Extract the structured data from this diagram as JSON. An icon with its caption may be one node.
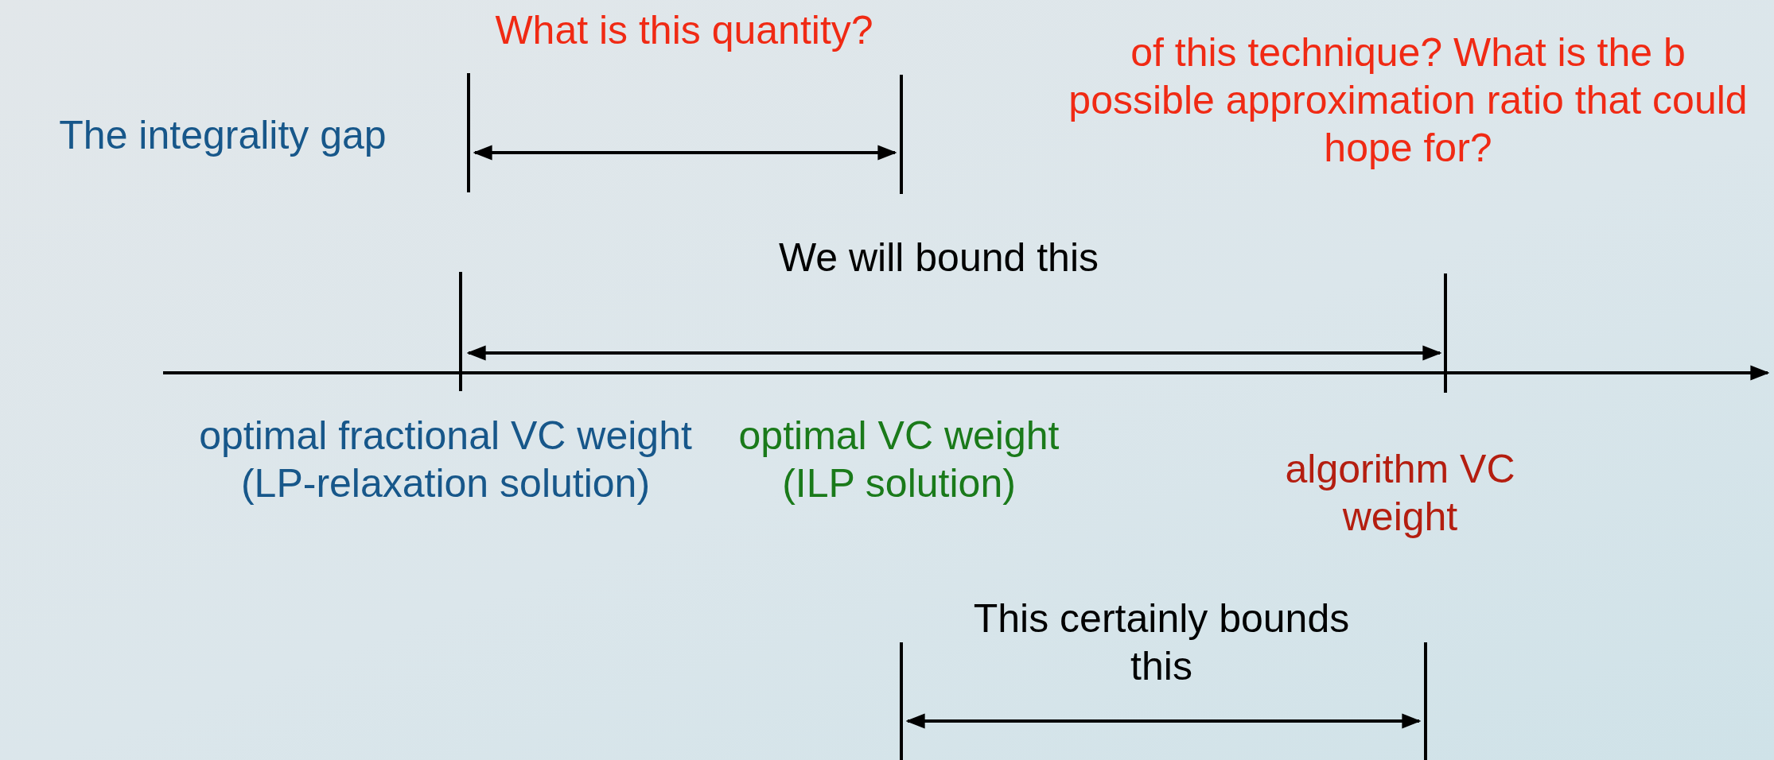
{
  "diagram": {
    "labels": [
      "What is this quantity?",
      "of this technique? What is the b possible approximation ratio that could hope for?",
      "The integrality gap",
      "We will bound this",
      "optimal fractional VC weight (LP-relaxation solution)",
      "optimal VC weight (ILP solution)",
      "algorithm VC weight",
      "This certainly bounds this"
    ]
  }
}
